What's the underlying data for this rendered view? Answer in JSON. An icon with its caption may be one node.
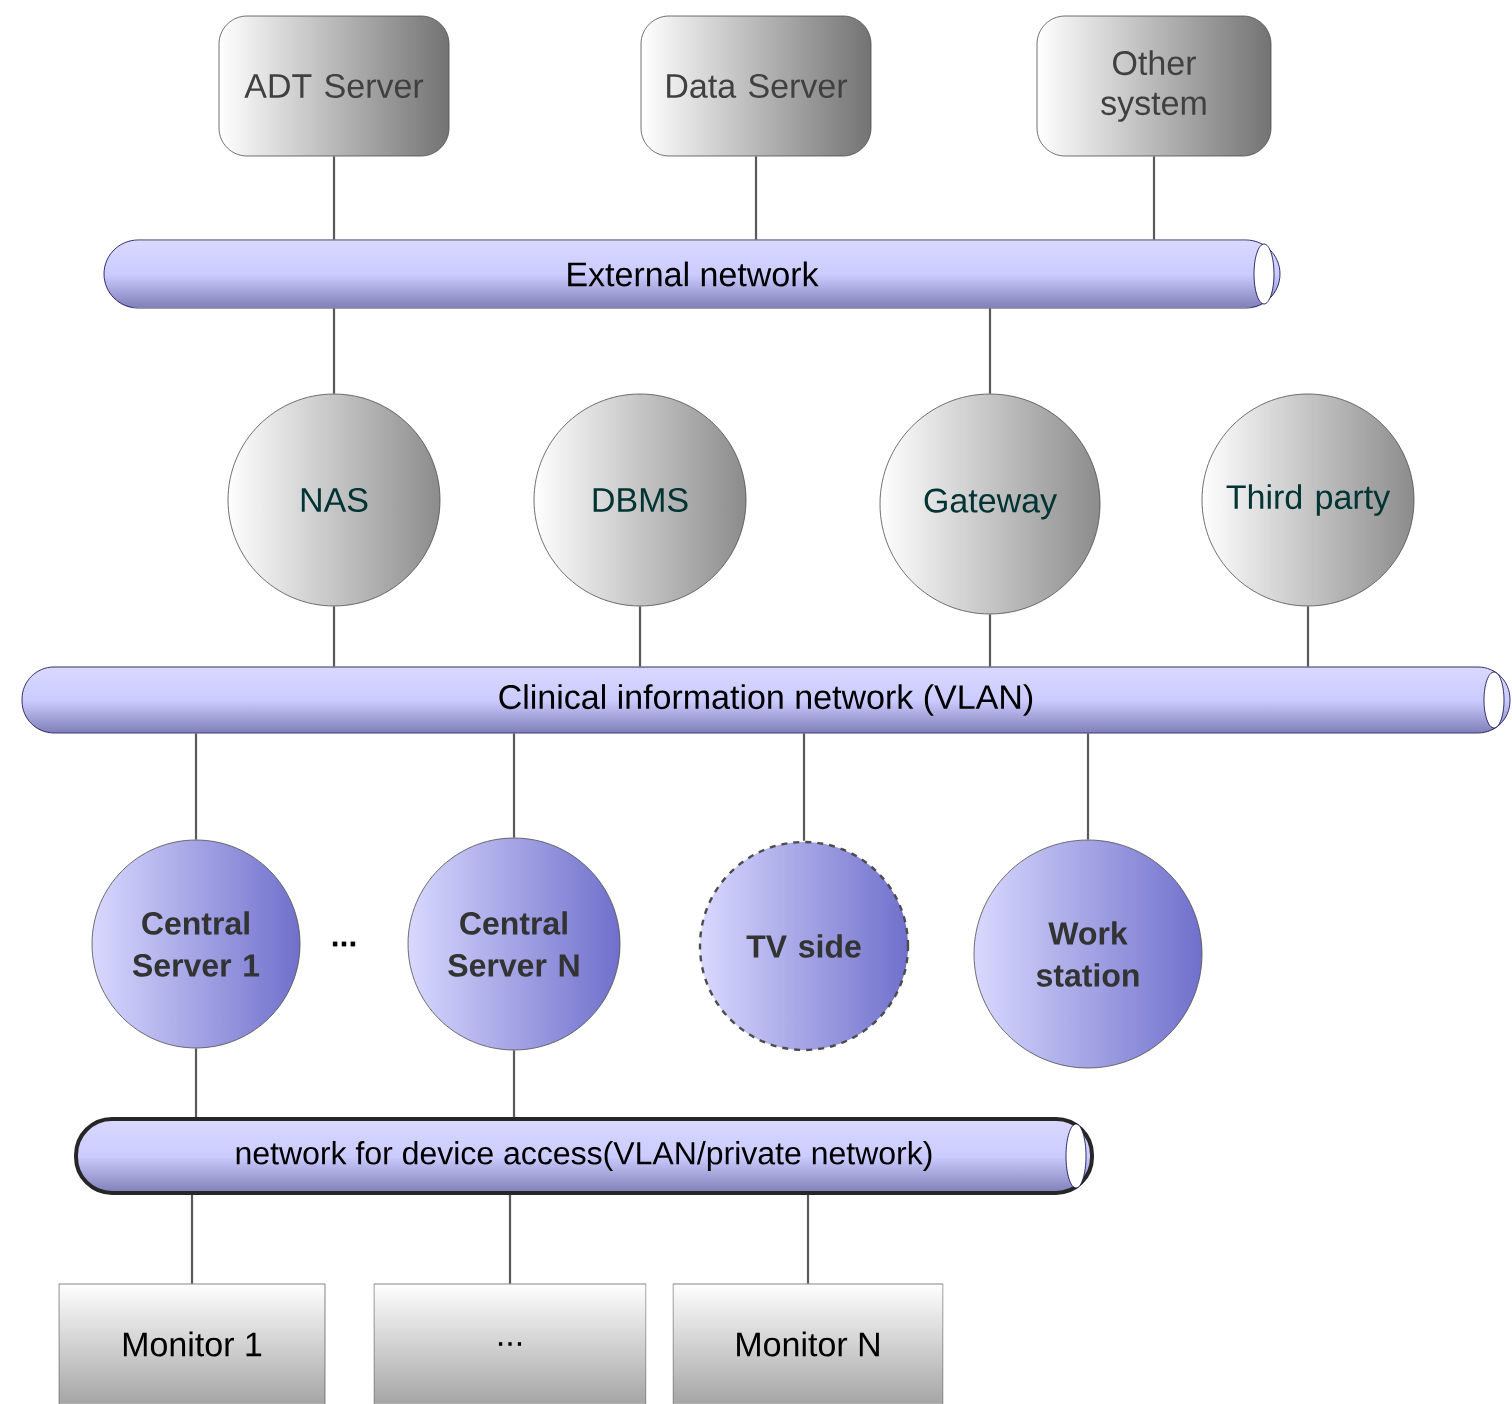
{
  "diagram": {
    "nodes": [
      {
        "text": [
          "ADT Server"
        ]
      },
      {
        "text": [
          "Data Server"
        ]
      },
      {
        "text": [
          "Other system"
        ]
      },
      {
        "text": [
          "External network"
        ]
      },
      {
        "text": [
          "NAS"
        ]
      },
      {
        "text": [
          "DBMS"
        ]
      },
      {
        "text": [
          "Gateway"
        ]
      },
      {
        "text": [
          "Third party"
        ]
      },
      {
        "text": [
          "Clinical information network (VLAN)"
        ]
      },
      {
        "text": [
          "Central Server 1"
        ]
      },
      {
        "text": [
          "Central Server N"
        ]
      },
      {
        "text": [
          "TV side"
        ]
      },
      {
        "text": [
          "Work station"
        ]
      },
      {
        "text": [
          "network for device access(VLAN/private network)"
        ]
      },
      {
        "text": [
          "Monitor 1"
        ]
      },
      {
        "text": [
          "..."
        ]
      },
      {
        "text": [
          "Monitor N"
        ]
      }
    ],
    "edges": [
      {
        "from": 0,
        "to": 3,
        "arrow": "none"
      },
      {
        "from": 1,
        "to": 3,
        "arrow": "none"
      },
      {
        "from": 2,
        "to": 3,
        "arrow": "none"
      },
      {
        "from": 3,
        "to": 4,
        "arrow": "none"
      },
      {
        "from": 3,
        "to": 6,
        "arrow": "none"
      },
      {
        "from": 4,
        "to": 8,
        "arrow": "none"
      },
      {
        "from": 5,
        "to": 8,
        "arrow": "none"
      },
      {
        "from": 6,
        "to": 8,
        "arrow": "none"
      },
      {
        "from": 7,
        "to": 8,
        "arrow": "none"
      },
      {
        "from": 8,
        "to": 9,
        "arrow": "none"
      },
      {
        "from": 8,
        "to": 10,
        "arrow": "none"
      },
      {
        "from": 8,
        "to": 11,
        "arrow": "none"
      },
      {
        "from": 8,
        "to": 12,
        "arrow": "none"
      },
      {
        "from": 9,
        "to": 13,
        "arrow": "none"
      },
      {
        "from": 10,
        "to": 13,
        "arrow": "none"
      },
      {
        "from": 13,
        "to": 14,
        "arrow": "none"
      },
      {
        "from": 13,
        "to": 15,
        "arrow": "none"
      },
      {
        "from": 13,
        "to": 16,
        "arrow": "none"
      }
    ],
    "labels": [
      "..."
    ]
  }
}
